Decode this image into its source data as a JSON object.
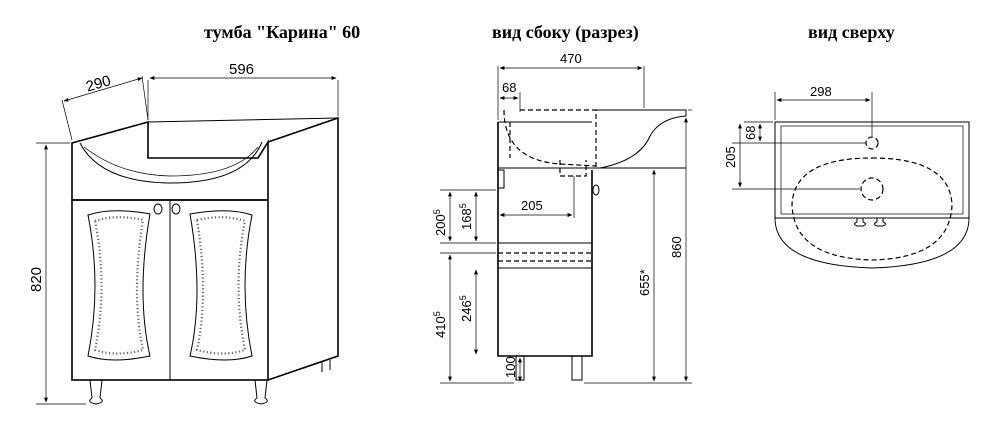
{
  "titles": {
    "front": "тумба \"Карина\" 60",
    "side": "вид сбоку (разрез)",
    "top": "вид сверху"
  },
  "front_view": {
    "depth": "290",
    "width": "596",
    "height": "820"
  },
  "side_view": {
    "total_depth": "470",
    "top_offset": "68",
    "shelf_depth": "205",
    "upper_gap": "200",
    "upper_gap_sup": "5",
    "upper_inner": "168",
    "upper_inner_sup": "5",
    "lower_gap": "410",
    "lower_gap_sup": "5",
    "lower_inner": "246",
    "lower_inner_sup": "5",
    "leg": "100",
    "siphon_height": "655*",
    "total_height": "860"
  },
  "top_view": {
    "tap_offset_x": "298",
    "tap_offset_y": "68",
    "drain_offset_y": "205"
  }
}
